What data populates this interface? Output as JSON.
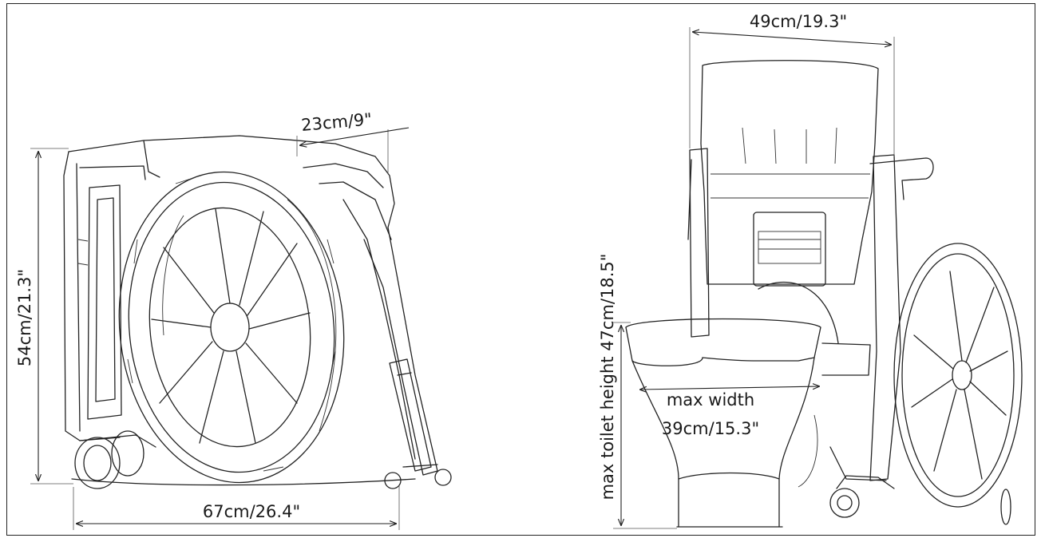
{
  "folded_view": {
    "height_label": "54cm/21.3\"",
    "width_label": "67cm/26.4\"",
    "depth_label": "23cm/9\""
  },
  "toilet_view": {
    "seat_width_label": "49cm/19.3\"",
    "toilet_height_label": "max toilet height 47cm/18.5\"",
    "toilet_width_line1": "max width",
    "toilet_width_line2": "39cm/15.3\""
  }
}
